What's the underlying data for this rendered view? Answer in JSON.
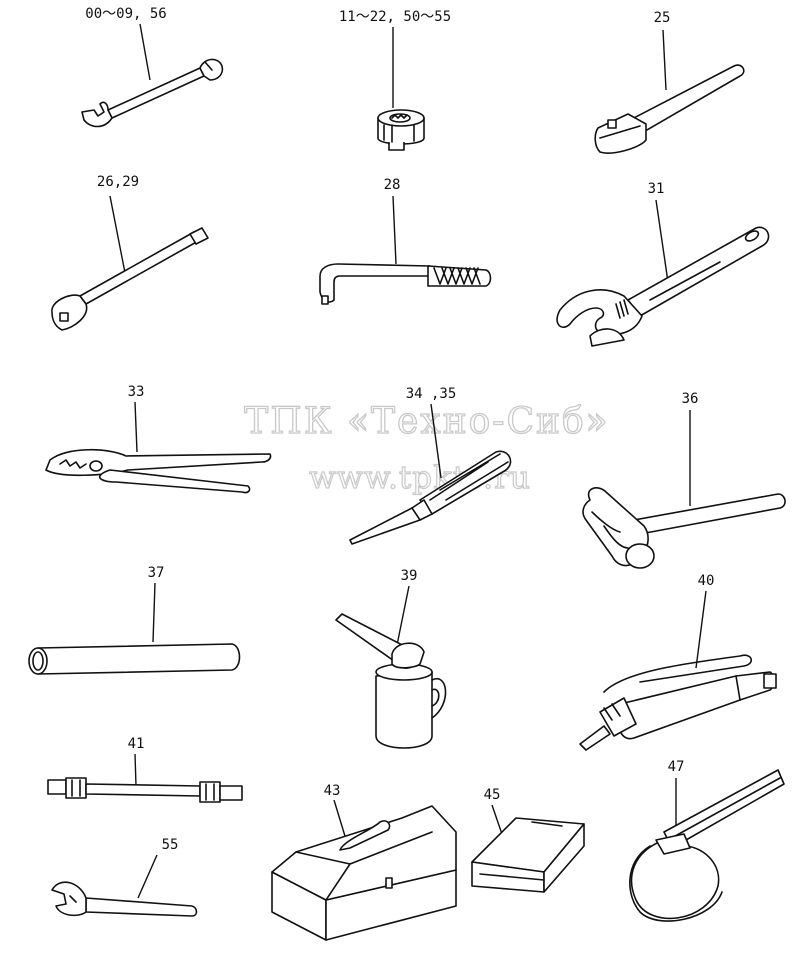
{
  "callouts": {
    "c1": "00～09, 56",
    "c2": "11～22, 50～55",
    "c3": "25",
    "c4": "26,29",
    "c5": "28",
    "c6": "31",
    "c7": "33",
    "c8": "34 ,35",
    "c9": "36",
    "c10": "37",
    "c11": "39",
    "c12": "40",
    "c13": "41",
    "c14": "43",
    "c15": "45",
    "c16": "47",
    "c17": "55"
  },
  "watermark": {
    "line1": "ТПК «Техно-Сиб»",
    "line2": "www.tpkts.ru"
  },
  "icons": [
    "open-end-wrench",
    "socket",
    "ratchet-handle",
    "socket-extension",
    "l-hex-key",
    "adjustable-wrench",
    "slip-joint-pliers",
    "screwdriver",
    "hammer",
    "tube-bar",
    "oil-can",
    "grease-gun",
    "extension-rod",
    "tool-box",
    "block",
    "filter-strap-wrench",
    "open-end-wrench-small"
  ]
}
